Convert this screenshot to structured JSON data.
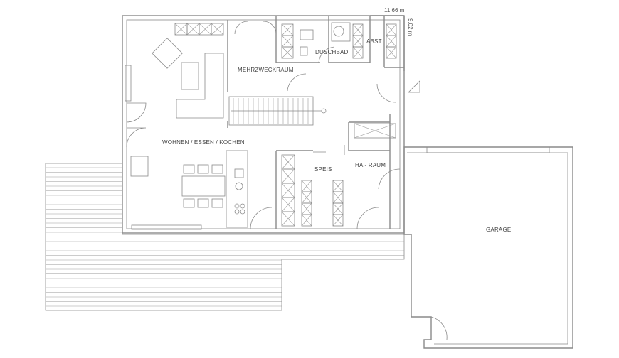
{
  "plan": {
    "dimensions": {
      "width": "11,66 m",
      "height": "9,02 m"
    },
    "rooms": {
      "wohnen": "WOHNEN / ESSEN / KOCHEN",
      "mehrzweck": "MEHRZWECKRAUM",
      "duschbad": "DUSCHBAD",
      "abst": "ABST.",
      "speis": "SPEIS",
      "haraum": "HA - RAUM",
      "garage": "GARAGE"
    }
  }
}
